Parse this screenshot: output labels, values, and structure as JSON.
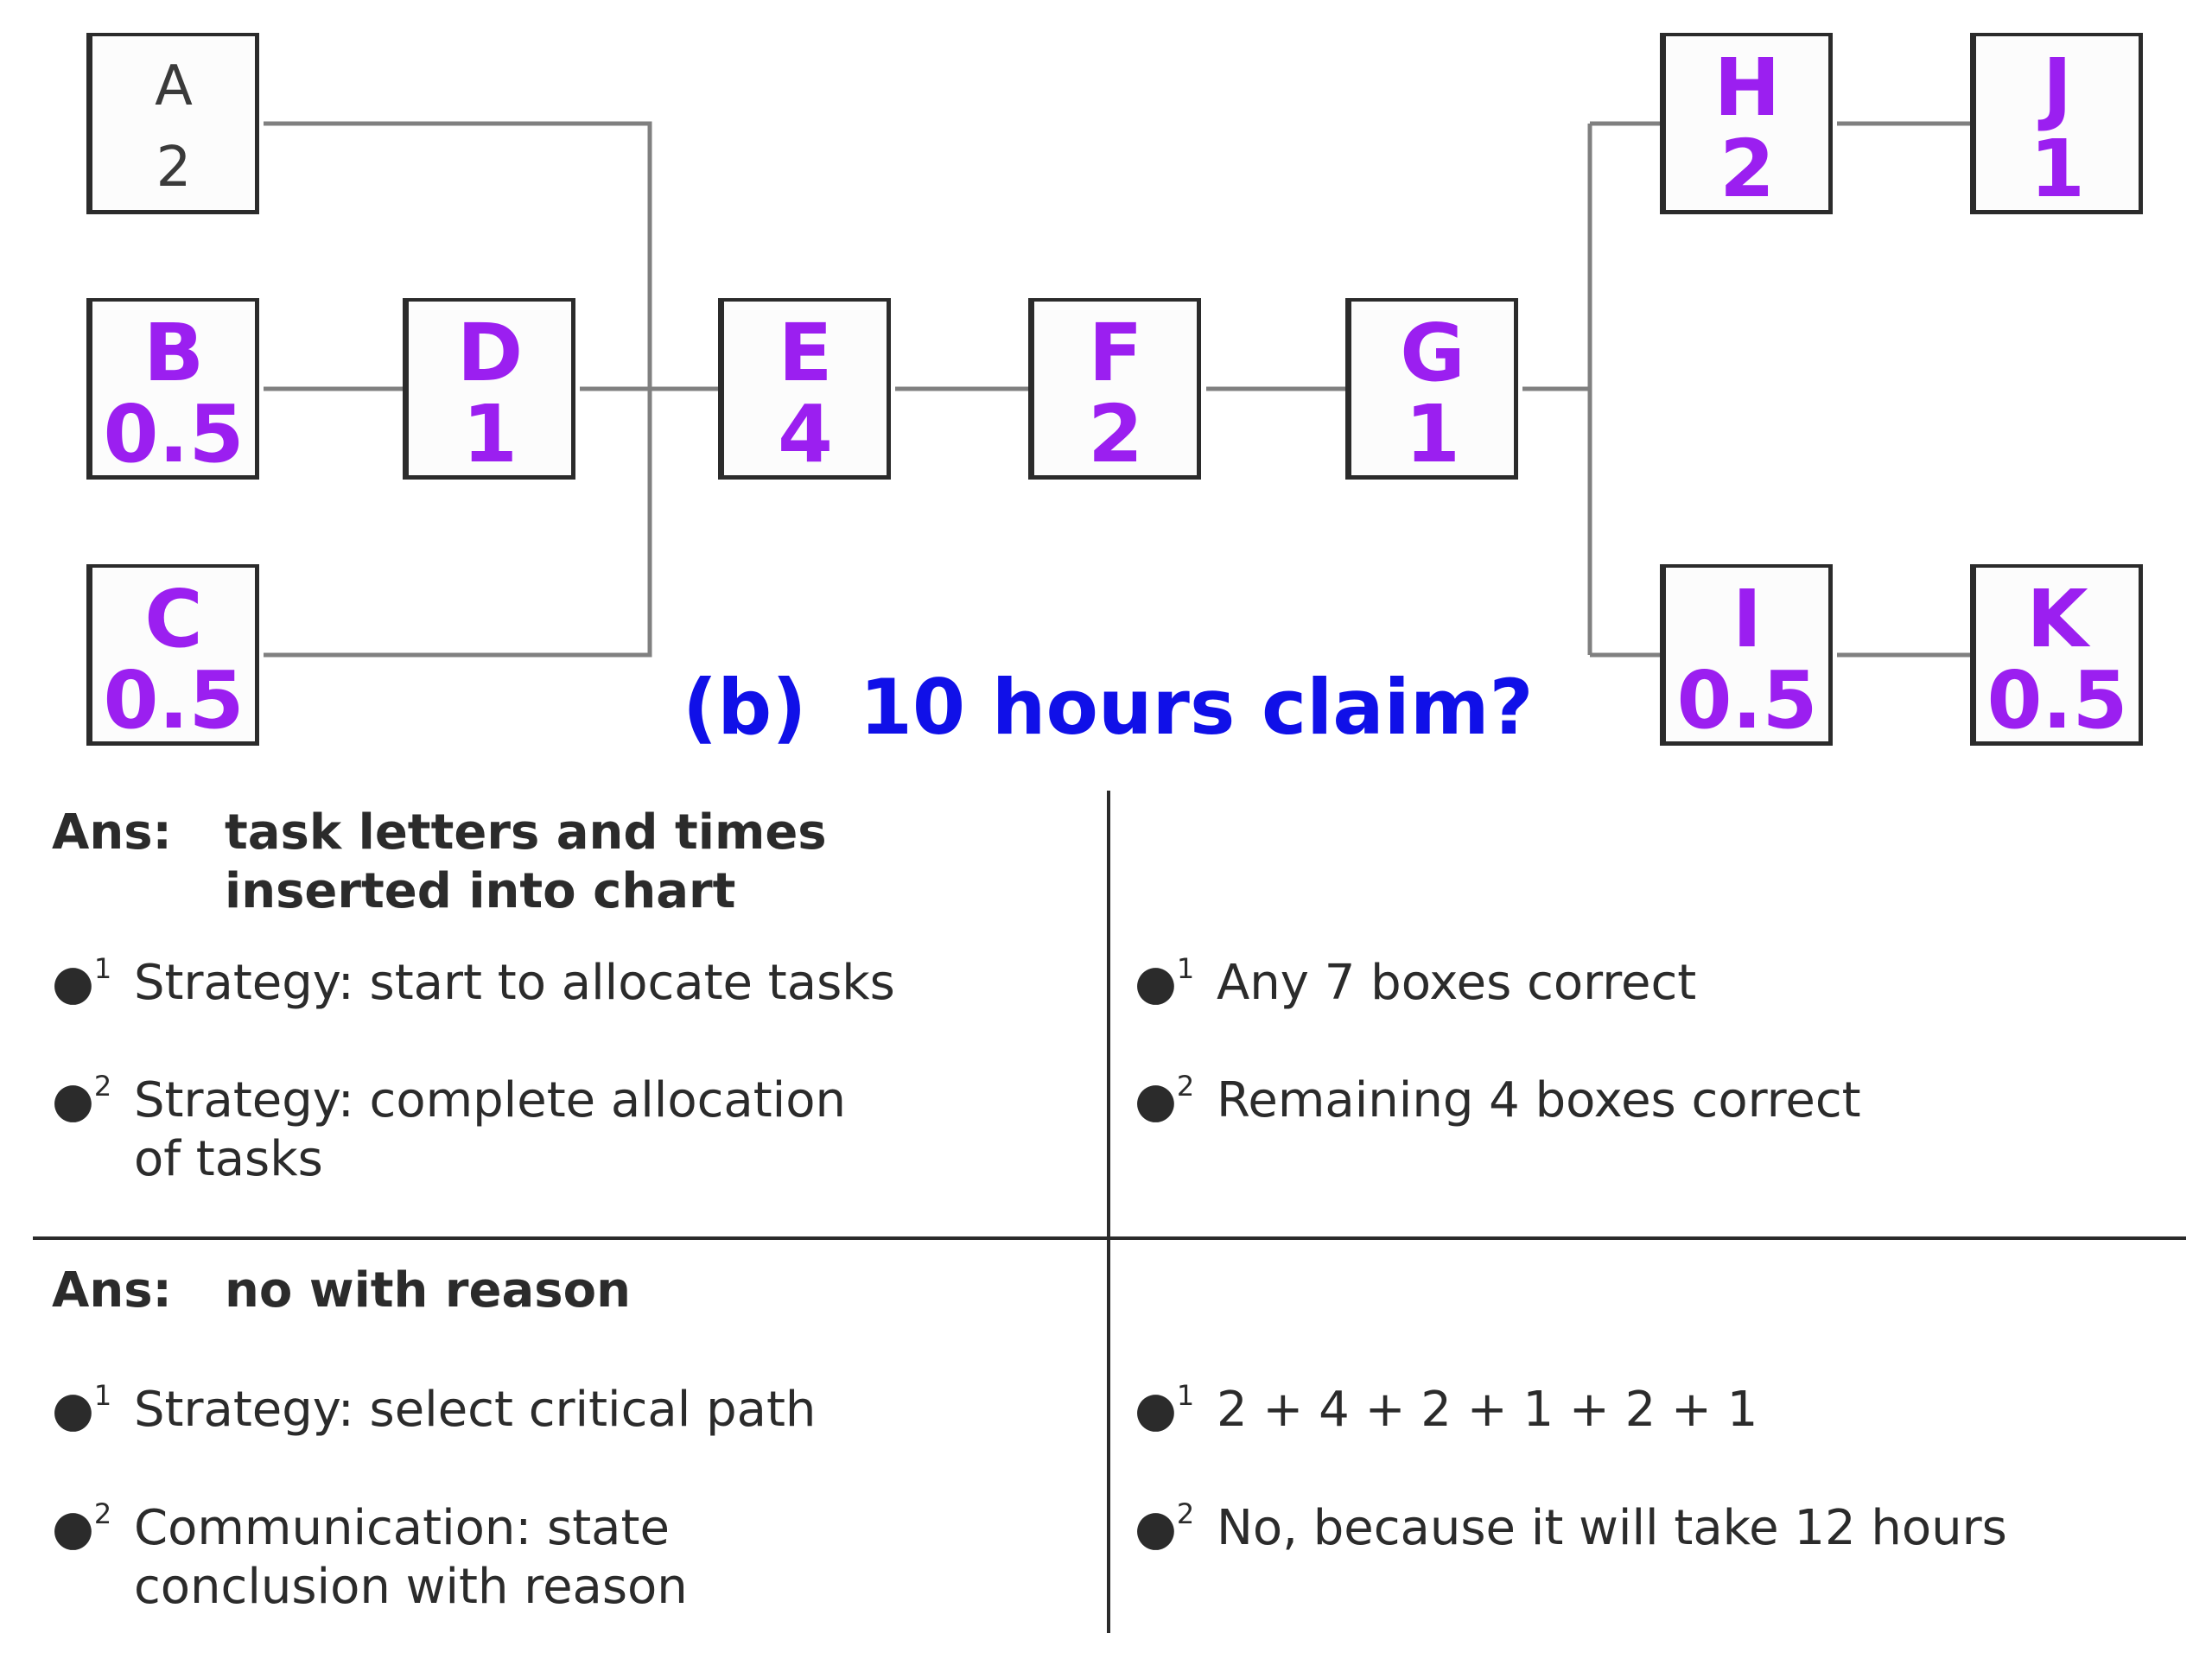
{
  "diagram": {
    "tasks": [
      {
        "letter": "A",
        "time": "2",
        "style": "printed"
      },
      {
        "letter": "B",
        "time": "0.5",
        "style": "handwritten"
      },
      {
        "letter": "C",
        "time": "0.5",
        "style": "handwritten"
      },
      {
        "letter": "D",
        "time": "1",
        "style": "handwritten"
      },
      {
        "letter": "E",
        "time": "4",
        "style": "handwritten"
      },
      {
        "letter": "F",
        "time": "2",
        "style": "handwritten"
      },
      {
        "letter": "G",
        "time": "1",
        "style": "handwritten"
      },
      {
        "letter": "H",
        "time": "2",
        "style": "handwritten"
      },
      {
        "letter": "J",
        "time": "1",
        "style": "handwritten"
      },
      {
        "letter": "I",
        "time": "0.5",
        "style": "handwritten"
      },
      {
        "letter": "K",
        "time": "0.5",
        "style": "handwritten"
      }
    ],
    "connections": [
      [
        "A",
        "E"
      ],
      [
        "B",
        "D"
      ],
      [
        "C",
        "E"
      ],
      [
        "D",
        "E"
      ],
      [
        "E",
        "F"
      ],
      [
        "F",
        "G"
      ],
      [
        "G",
        "H"
      ],
      [
        "G",
        "I"
      ],
      [
        "H",
        "J"
      ],
      [
        "I",
        "K"
      ]
    ],
    "caption": "(b)  10 hours claim?",
    "colors": {
      "handwritten": "#9b1ff0",
      "caption": "#1010e8",
      "line": "#808080",
      "box_border": "#2b2b2b"
    }
  },
  "marking": {
    "sections": [
      {
        "heading_prefix": "Ans:",
        "heading_line1": "task letters and times",
        "heading_line2": "inserted into chart",
        "rows": [
          {
            "bullet": "1",
            "left_line1": "Strategy: start to allocate tasks",
            "left_line2": "",
            "right": "Any 7 boxes correct"
          },
          {
            "bullet": "2",
            "left_line1": "Strategy: complete allocation",
            "left_line2": "of tasks",
            "right": "Remaining 4 boxes correct"
          }
        ]
      },
      {
        "heading_prefix": "Ans:",
        "heading_line1": "no with reason",
        "heading_line2": "",
        "rows": [
          {
            "bullet": "1",
            "left_line1": "Strategy: select critical path",
            "left_line2": "",
            "right": "2 + 4 + 2 + 1 + 2 + 1"
          },
          {
            "bullet": "2",
            "left_line1": "Communication: state",
            "left_line2": "conclusion with reason",
            "right": "No, because it will take 12 hours"
          }
        ]
      }
    ]
  }
}
